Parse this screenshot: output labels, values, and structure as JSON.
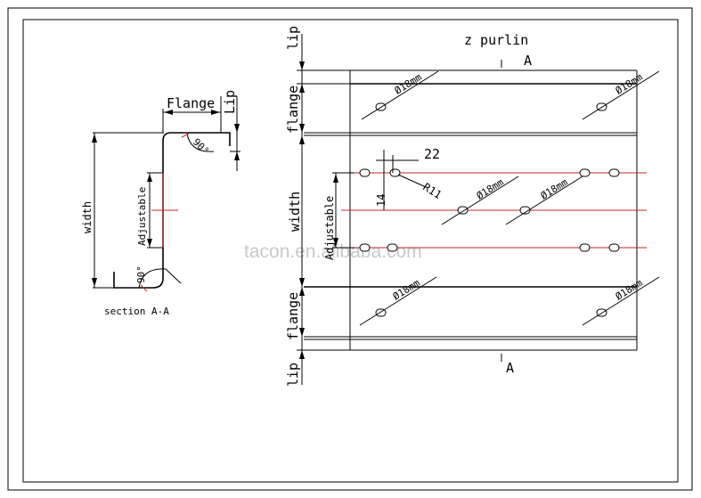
{
  "title": "z purlin",
  "section_label": "section A-A",
  "section_marker": "A",
  "watermark": "tacon.en.alibaba.com",
  "labels": {
    "flange": "Flange",
    "lip_cap": "Lip",
    "lip": "lip",
    "flange_lower": "flange",
    "width": "width",
    "adjustable": "Adjustable",
    "angle": "90°",
    "hole": "Ø18mm",
    "dim_22": "22",
    "dim_14": "14",
    "radius": "R11"
  }
}
